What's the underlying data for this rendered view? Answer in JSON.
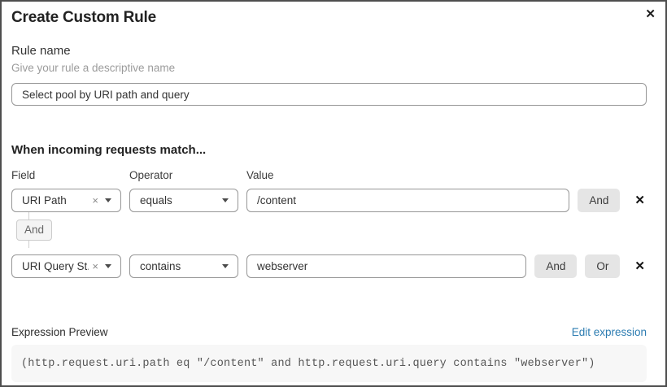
{
  "dialog": {
    "title": "Create Custom Rule"
  },
  "icons": {
    "close": "✕",
    "remove": "✕",
    "clear": "×",
    "caret": "chevron-down"
  },
  "rule_name": {
    "label": "Rule name",
    "hint": "Give your rule a descriptive name",
    "value": "Select pool by URI path and query"
  },
  "matcher": {
    "heading": "When incoming requests match...",
    "field_label": "Field",
    "operator_label": "Operator",
    "value_label": "Value",
    "connector_label": "And",
    "rows": [
      {
        "field": "URI Path",
        "operator": "equals",
        "value": "/content",
        "buttons": [
          "And"
        ]
      },
      {
        "field": "URI Query St...",
        "operator": "contains",
        "value": "webserver",
        "buttons": [
          "And",
          "Or"
        ]
      }
    ]
  },
  "expression": {
    "label": "Expression Preview",
    "edit_link": "Edit expression",
    "code": "(http.request.uri.path eq \"/content\" and http.request.uri.query contains \"webserver\")"
  },
  "colors": {
    "link_blue": "#2c7cb1",
    "button_gray": "#e5e5e5",
    "input_border": "#969696",
    "dialog_border": "#4e4e4e",
    "code_bg": "#f7f7f7"
  }
}
